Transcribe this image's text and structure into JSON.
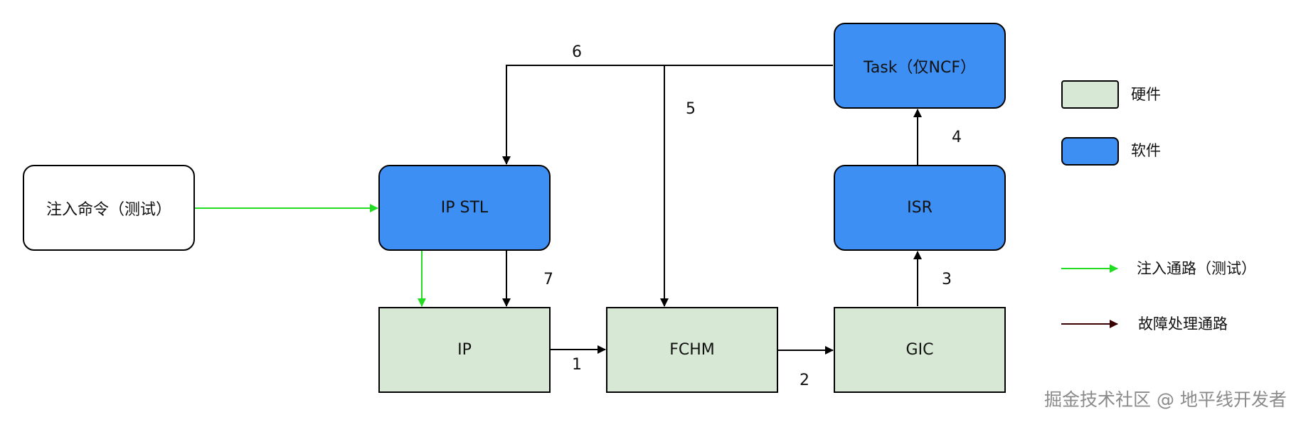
{
  "nodes": {
    "inject_cmd": "注入命令（测试）",
    "ip_stl": "IP STL",
    "ip": "IP",
    "fchm": "FCHM",
    "gic": "GIC",
    "isr": "ISR",
    "task": "Task（仅NCF）"
  },
  "edge_labels": {
    "e1": "1",
    "e2": "2",
    "e3": "3",
    "e4": "4",
    "e5": "5",
    "e6": "6",
    "e7": "7"
  },
  "legend": {
    "hardware": "硬件",
    "software": "软件",
    "inject_path": "注入通路（测试）",
    "fault_path": "故障处理通路"
  },
  "colors": {
    "software_fill": "#3d8ff4",
    "hardware_fill": "#d7e8d4",
    "inject_arrow": "#22dd22",
    "fault_arrow": "#000000"
  },
  "watermark": "掘金技术社区 @ 地平线开发者"
}
